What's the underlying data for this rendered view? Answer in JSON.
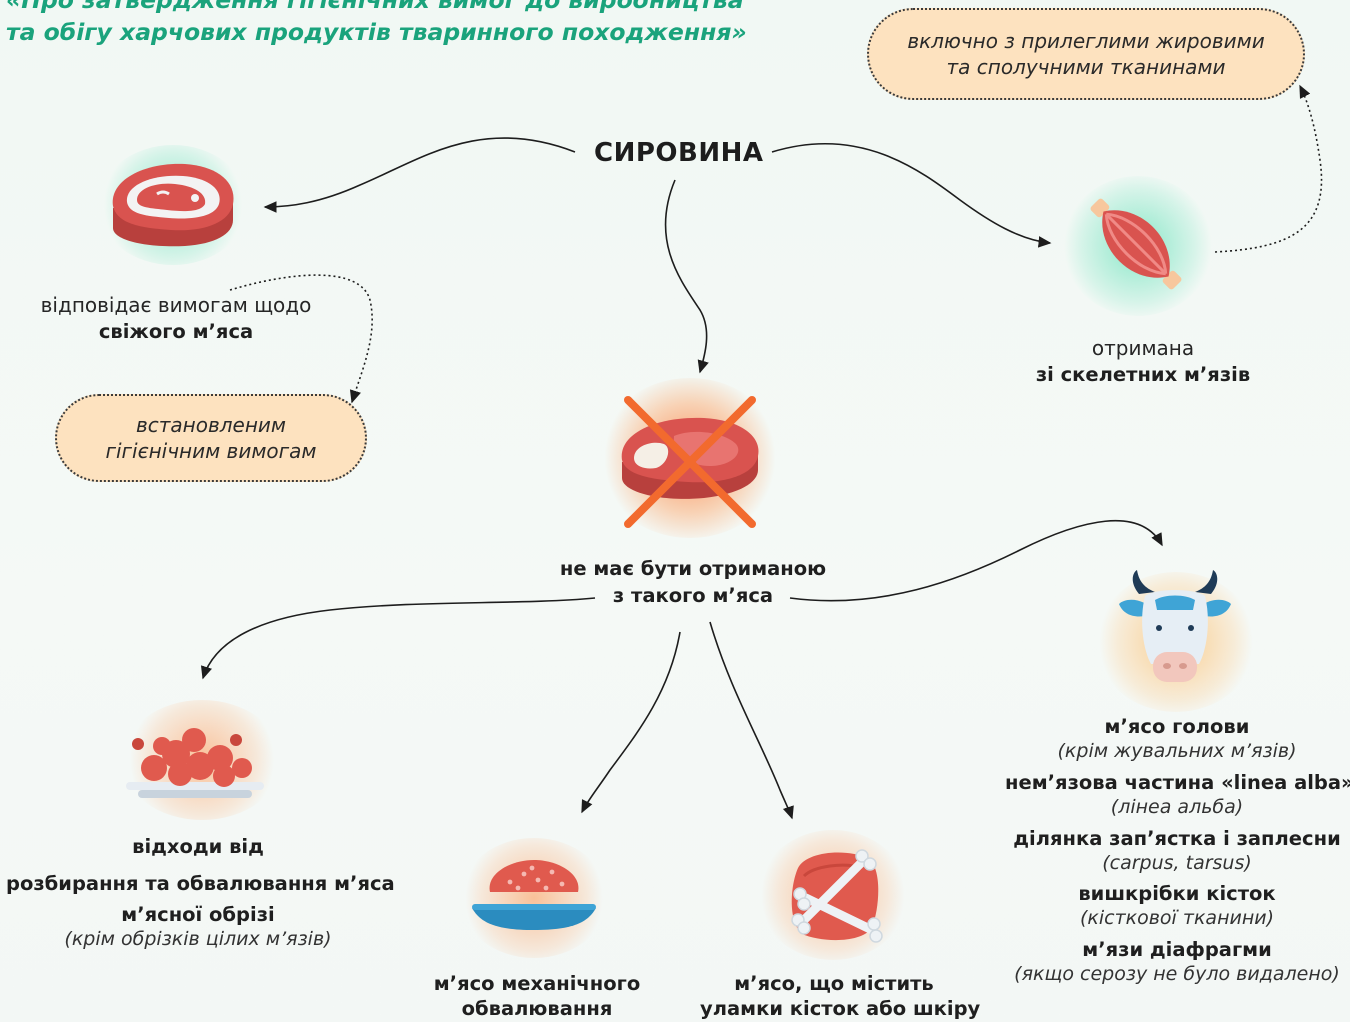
{
  "header": {
    "line1": "«Про затвердження гігієнічних вимог до виробництва",
    "line2": "та обігу харчових продуктів тваринного походження»"
  },
  "top_bubble": {
    "line1": "включно з прилеглими жировими",
    "line2": "та сполучними тканинами"
  },
  "center_title": "СИРОВИНА",
  "fresh_meat": {
    "line1": "відповідає вимогам щодо",
    "line2": "свіжого м’яса"
  },
  "left_bubble": {
    "line1": "встановленим",
    "line2": "гігієнічним вимогам"
  },
  "muscle": {
    "line1": "отримана",
    "line2": "зі скелетних м’язів"
  },
  "not_from": {
    "line1": "не має бути отриманою",
    "line2": "з такого м’яса"
  },
  "waste": {
    "line1": "відходи від",
    "line2": "розбирання та обвалювання м’яса",
    "line3": "м’ясної обрізі",
    "line4": "(крім обрізків цілих м’язів)"
  },
  "mechanical": {
    "line1": "м’ясо механічного",
    "line2": "обвалювання"
  },
  "bones": {
    "line1": "м’ясо, що містить",
    "line2": "уламки кісток або шкіру"
  },
  "head_list": [
    {
      "bold": "м’ясо голови",
      "italic": "(крім жувальних м’язів)"
    },
    {
      "bold": "нем’язова частина «linea alba»",
      "italic": "(лінеа альба)"
    },
    {
      "bold": "ділянка зап’ястка і заплесни",
      "italic": "(carpus, tarsus)"
    },
    {
      "bold": "вишкрібки кісток",
      "italic": "(кісткової тканини)"
    },
    {
      "bold": "м’язи діафрагми",
      "italic": "(якщо серозу не було видалено)"
    }
  ],
  "colors": {
    "title_green": "#1aa37c",
    "bubble_fill": "#fde2bf",
    "green_glow": "#33d9a4",
    "orange_glow": "#ff8a3d",
    "meat_red": "#d9534f",
    "cross_orange": "#f26a2e"
  },
  "icons": [
    "steak-icon",
    "muscle-icon",
    "crossed-meat-icon",
    "meat-pieces-icon",
    "minced-meat-icon",
    "bone-skin-icon",
    "cow-head-icon"
  ]
}
